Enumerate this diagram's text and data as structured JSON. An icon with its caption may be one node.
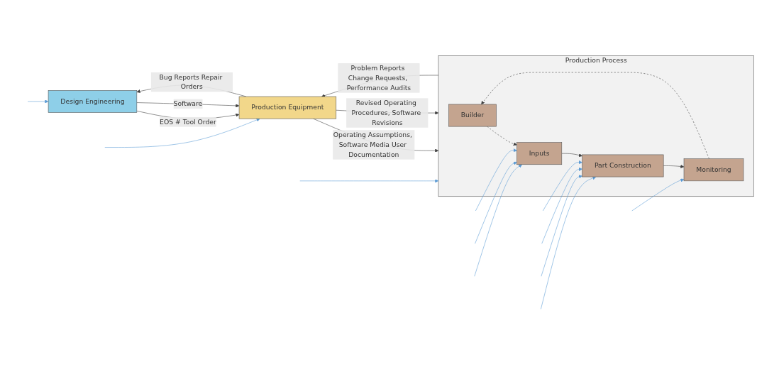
{
  "diagram": {
    "nodes": [
      {
        "text": [
          "Design Engineering"
        ]
      },
      {
        "text": [
          "Production Equipment"
        ]
      },
      {
        "text": [
          "Production Process"
        ]
      },
      {
        "text": [
          "Builder"
        ],
        "in": 2
      },
      {
        "text": [
          "Inputs"
        ],
        "in": 2
      },
      {
        "text": [
          "Monitoring"
        ],
        "in": 2
      },
      {
        "text": [
          "Part Construction"
        ],
        "in": 2
      }
    ],
    "edges": [
      {
        "from": 0,
        "to": 1,
        "arrow": "to",
        "label": "EOS # Tool Order",
        "color": "#404040"
      },
      {
        "from": 0,
        "to": 1,
        "arrow": "to",
        "label": "Software",
        "color": "#404040"
      },
      {
        "from": 1,
        "to": 0,
        "arrow": "to",
        "label": "Bug Reports Repair Orders",
        "color": "#404040"
      },
      {
        "from": 1,
        "to": 2,
        "arrow": "to",
        "label": "Operating Assumptions, Software Media User Documentation",
        "color": "#404040"
      },
      {
        "from": 1,
        "to": 2,
        "arrow": "to",
        "label": "Revised Operating Procedures, Software Revisions",
        "color": "#404040"
      },
      {
        "from": 2,
        "to": 1,
        "arrow": "to",
        "label": "Problem Reports Change Requests, Performance Audits",
        "color": "#404040"
      },
      {
        "from": 3,
        "to": 4,
        "arrow": "to",
        "style": "dashed",
        "color": "#404040"
      },
      {
        "from": 5,
        "to": 3,
        "arrow": "to",
        "style": "dashed",
        "color": "#404040"
      },
      {
        "from": 4,
        "to": 6,
        "arrow": "to",
        "color": "#404040"
      },
      {
        "from": 6,
        "to": 5,
        "arrow": "to",
        "color": "#404040"
      },
      {
        "from": null,
        "to": 0,
        "arrow": "to"
      },
      {
        "from": null,
        "to": 1,
        "arrow": "to"
      },
      {
        "from": null,
        "to": 2,
        "arrow": "to"
      },
      {
        "from": null,
        "to": 4,
        "arrow": "to"
      },
      {
        "from": null,
        "to": 4,
        "arrow": "to"
      },
      {
        "from": null,
        "to": 4,
        "arrow": "to"
      },
      {
        "from": null,
        "to": 6,
        "arrow": "to"
      },
      {
        "from": null,
        "to": 6,
        "arrow": "to"
      },
      {
        "from": null,
        "to": 6,
        "arrow": "to"
      },
      {
        "from": null,
        "to": 6,
        "arrow": "to"
      },
      {
        "from": null,
        "to": 5,
        "arrow": "to"
      }
    ]
  }
}
